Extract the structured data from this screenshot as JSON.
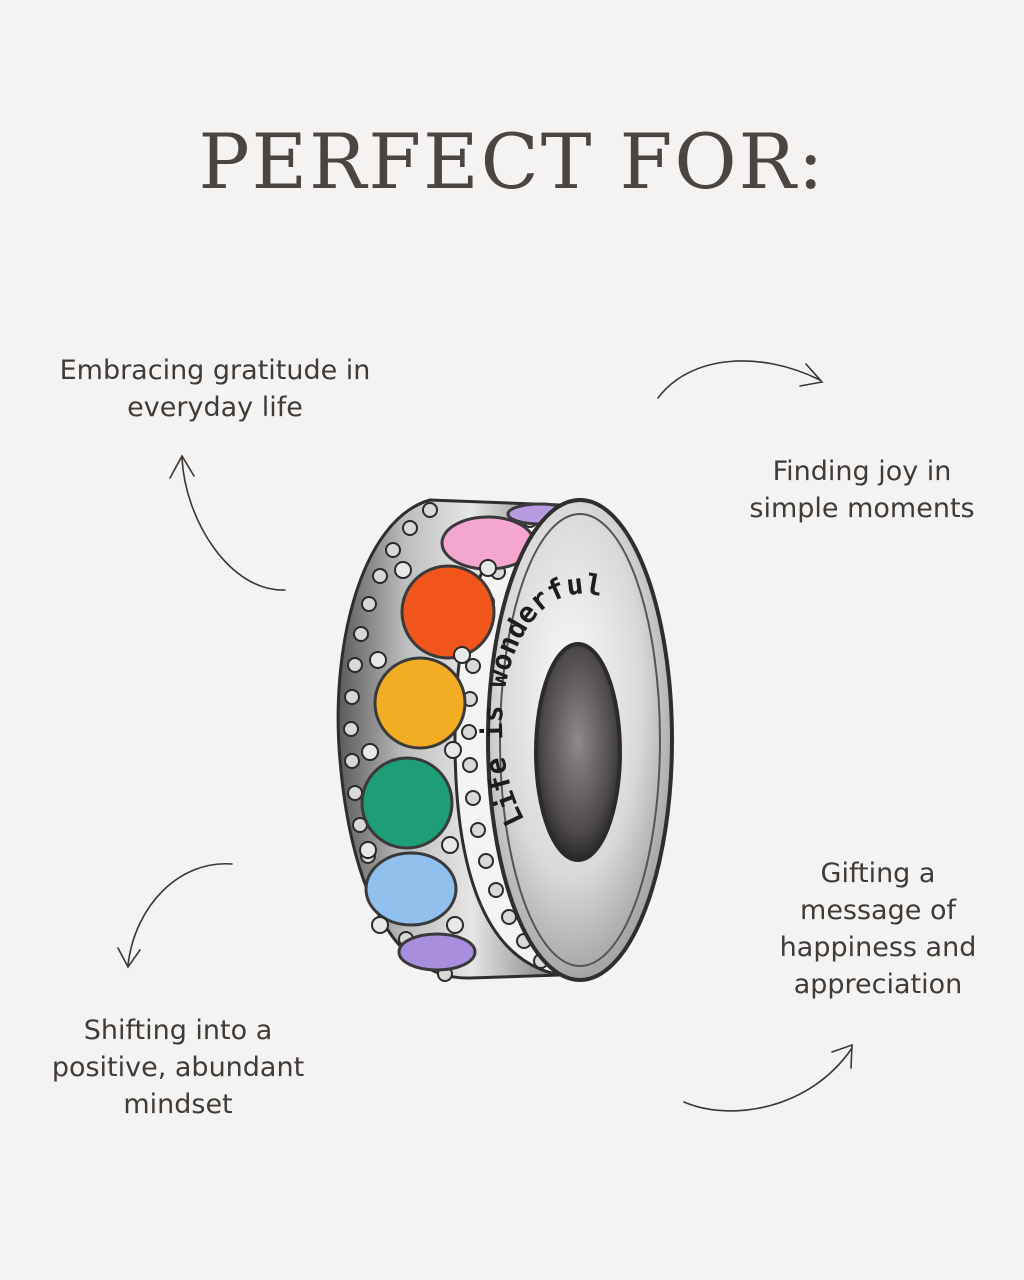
{
  "title": "PERFECT FOR:",
  "captions": {
    "gratitude": [
      "Embracing gratitude in",
      "everyday life"
    ],
    "joy": [
      "Finding joy in",
      "simple moments"
    ],
    "gifting": [
      "Gifting a",
      "message of",
      "happiness and",
      "appreciation"
    ],
    "shifting": [
      "Shifting into a",
      "positive, abundant",
      "mindset"
    ]
  },
  "charm": {
    "engraving": "Life is wonderful",
    "stone_colors": [
      "#f4a6cf",
      "#f0561c",
      "#f3ad22",
      "#1e9e78",
      "#8fc0ee",
      "#b89ae0",
      "#a98ee0"
    ]
  },
  "arrows": [
    {
      "name": "arrow-up-icon",
      "points_to": "gratitude"
    },
    {
      "name": "arrow-right-icon",
      "points_to": "joy"
    },
    {
      "name": "arrow-down-icon",
      "points_to": "shifting"
    },
    {
      "name": "arrow-up-right-icon",
      "points_to": "gifting"
    }
  ]
}
